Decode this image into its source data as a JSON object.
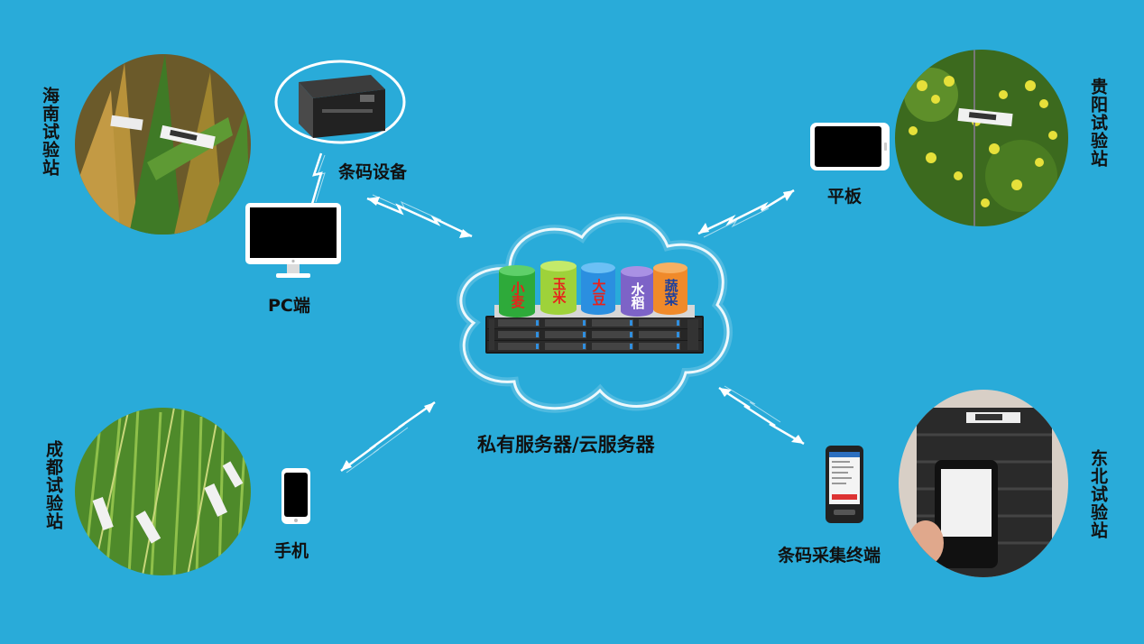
{
  "stations": {
    "hainan": "海南试验站",
    "guiyang": "贵阳试验站",
    "chengdu": "成都试验站",
    "dongbei": "东北试验站"
  },
  "devices": {
    "barcode_device": "条码设备",
    "pc": "PC端",
    "tablet": "平板",
    "phone": "手机",
    "collector": "条码采集终端"
  },
  "server": {
    "label": "私有服务器/云服务器",
    "crops": [
      {
        "name": "小麦",
        "body": "#2eaa3a",
        "top": "#5fd06a",
        "text": "#e8221b"
      },
      {
        "name": "玉米",
        "body": "#9ed23a",
        "top": "#c4ea6a",
        "text": "#e8221b"
      },
      {
        "name": "大豆",
        "body": "#2b8fe0",
        "top": "#6cc0f5",
        "text": "#e8221b"
      },
      {
        "name": "水稻",
        "body": "#7d63c7",
        "top": "#a991e4",
        "text": "#ffffff"
      },
      {
        "name": "蔬菜",
        "body": "#f08a2a",
        "top": "#f7b062",
        "text": "#1b3f9e"
      }
    ]
  }
}
